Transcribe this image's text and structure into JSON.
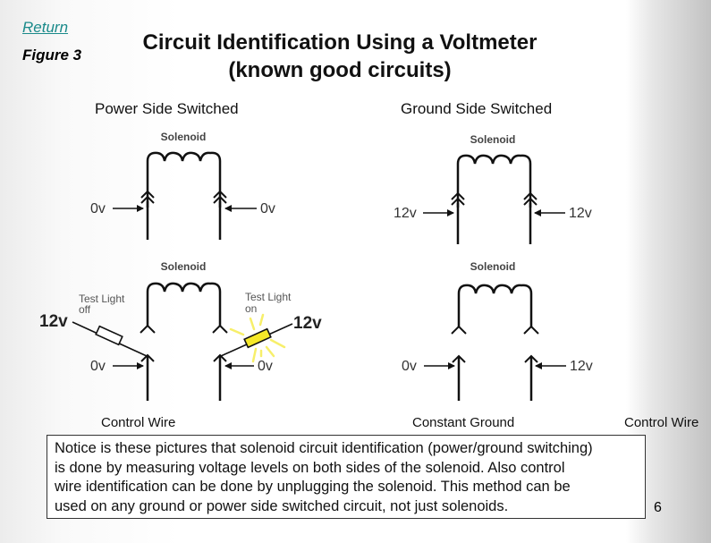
{
  "header": {
    "return_link": "Return",
    "figure_label": "Figure 3",
    "title_line1": "Circuit Identification Using a Voltmeter",
    "title_line2": "(known good circuits)"
  },
  "sections": {
    "power_side": "Power Side Switched",
    "ground_side": "Ground Side Switched"
  },
  "diagrams": {
    "solenoid_label": "Solenoid",
    "power_connected": {
      "left_voltage": "0v",
      "right_voltage": "0v"
    },
    "ground_connected": {
      "left_voltage": "12v",
      "right_voltage": "12v"
    },
    "power_unplugged": {
      "left_source": "12v",
      "left_test_light": "Test Light",
      "left_test_light_state": "off",
      "left_voltage": "0v",
      "right_source": "12v",
      "right_test_light": "Test Light",
      "right_test_light_state": "on",
      "right_voltage": "0v"
    },
    "ground_unplugged": {
      "left_voltage": "0v",
      "right_voltage": "12v"
    }
  },
  "captions": {
    "left": "Control Wire",
    "middle": "Constant Ground",
    "right": "Control Wire"
  },
  "notice": {
    "line1": "Notice is these pictures that solenoid circuit identification (power/ground switching)",
    "line2": "is done by measuring voltage levels on both sides of the solenoid. Also control",
    "line3": "wire identification can be done by unplugging the solenoid. This method can be",
    "line4": "used on any ground or power side switched circuit, not just solenoids."
  },
  "page_number": "6",
  "colors": {
    "link": "#1a8a8a",
    "test_light_on": "#f5e829",
    "glow": "#f7ef6a"
  }
}
